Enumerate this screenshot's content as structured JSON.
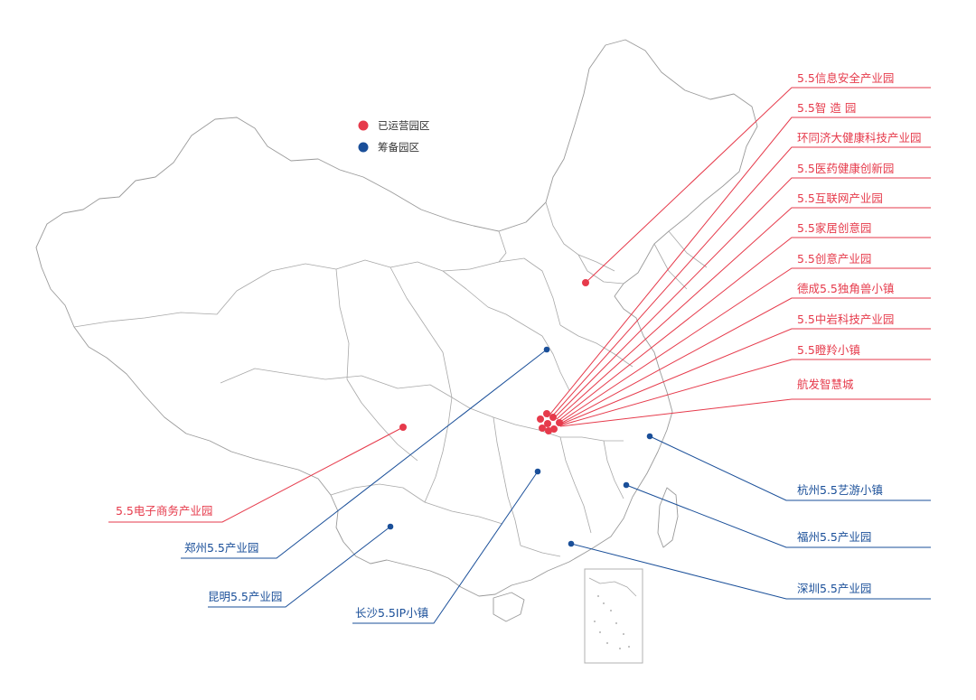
{
  "legend": {
    "operating": "已运营园区",
    "planning": "筹备园区"
  },
  "colors": {
    "operating": "#e63a4b",
    "planning": "#1a4f99"
  },
  "operating_parks": [
    "5.5信息安全产业园",
    "5.5智 造 园",
    "环同济大健康科技产业园",
    "5.5医药健康创新园",
    "5.5互联网产业园",
    "5.5家居创意园",
    "5.5创意产业园",
    "德成5.5独角兽小镇",
    "5.5中岩科技产业园",
    "5.5瞪羚小镇",
    "航发智慧城"
  ],
  "other_labels": {
    "dianzi": "5.5电子商务产业园",
    "zhengzhou": "郑州5.5产业园",
    "kunming": "昆明5.5产业园",
    "changsha": "长沙5.5IP小镇",
    "hangzhou": "杭州5.5艺游小镇",
    "fuzhou": "福州5.5产业园",
    "shenzhen": "深圳5.5产业园"
  }
}
